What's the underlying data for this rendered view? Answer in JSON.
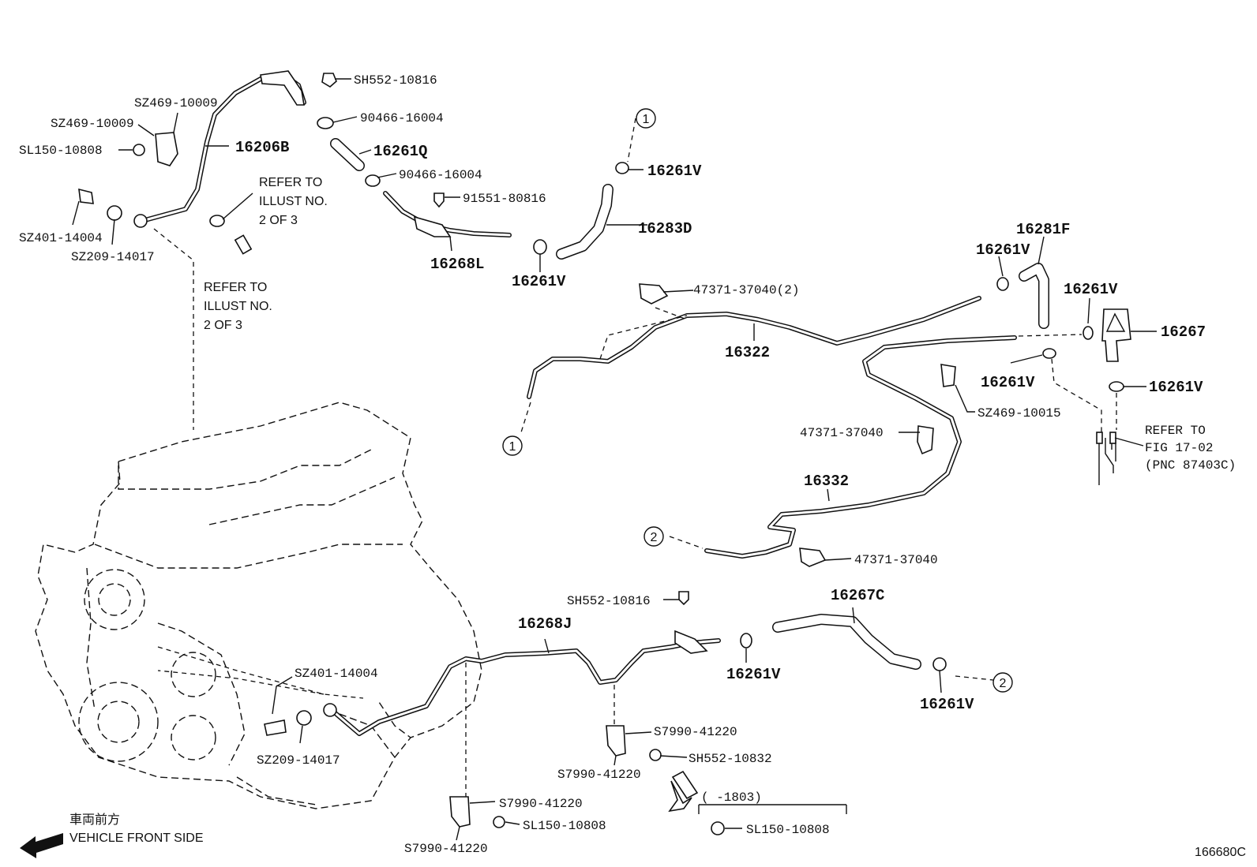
{
  "labels": {
    "sh552_10816_top": "SH552-10816",
    "p90466_16004_a": "90466-16004",
    "p16261q": "16261Q",
    "p90466_16004_b": "90466-16004",
    "p91551_80816": "91551-80816",
    "p16268l": "16268L",
    "sz469_10009_a": "SZ469-10009",
    "sz469_10009_b": "SZ469-10009",
    "sl150_10808_top": "SL150-10808",
    "p16206b": "16206B",
    "sz401_14004_top": "SZ401-14004",
    "sz209_14017_top": "SZ209-14017",
    "p16261v_a": "16261V",
    "p16283d": "16283D",
    "p16261v_b": "16261V",
    "p47371_37040_2": "47371-37040(2)",
    "p16322": "16322",
    "p16281f": "16281F",
    "p16261v_c": "16261V",
    "p16261v_d": "16261V",
    "p16267": "16267",
    "p16261v_e": "16261V",
    "p16261v_f": "16261V",
    "sz469_10015": "SZ469-10015",
    "p47371_37040_a": "47371-37040",
    "p16332": "16332",
    "p47371_37040_b": "47371-37040",
    "sh552_10816_bottom": "SH552-10816",
    "p16268j": "16268J",
    "p16267c": "16267C",
    "p16261v_g": "16261V",
    "p16261v_h": "16261V",
    "sz401_14004_bottom": "SZ401-14004",
    "sz209_14017_bottom": "SZ209-14017",
    "s7990_41220_a": "S7990-41220",
    "s7990_41220_b": "S7990-41220",
    "sh552_10832": "SH552-10832",
    "s7990_41220_c": "S7990-41220",
    "s7990_41220_d": "S7990-41220",
    "sl150_10808_mid": "SL150-10808",
    "sl150_10808_bottom": "SL150-10808",
    "range_note": "( -1803)",
    "circle_1": "1",
    "circle_2": "2"
  },
  "refer_notes": {
    "illust_a": [
      "REFER TO",
      "ILLUST NO.",
      "2 OF 3"
    ],
    "illust_b": [
      "REFER TO",
      "ILLUST NO.",
      "2 OF 3"
    ],
    "fig": [
      "REFER TO",
      "FIG 17-02",
      "(PNC 87403C)"
    ]
  },
  "vehicle_front": {
    "japanese": "車両前方",
    "english": "VEHICLE FRONT SIDE"
  },
  "figure_id": "166680C"
}
